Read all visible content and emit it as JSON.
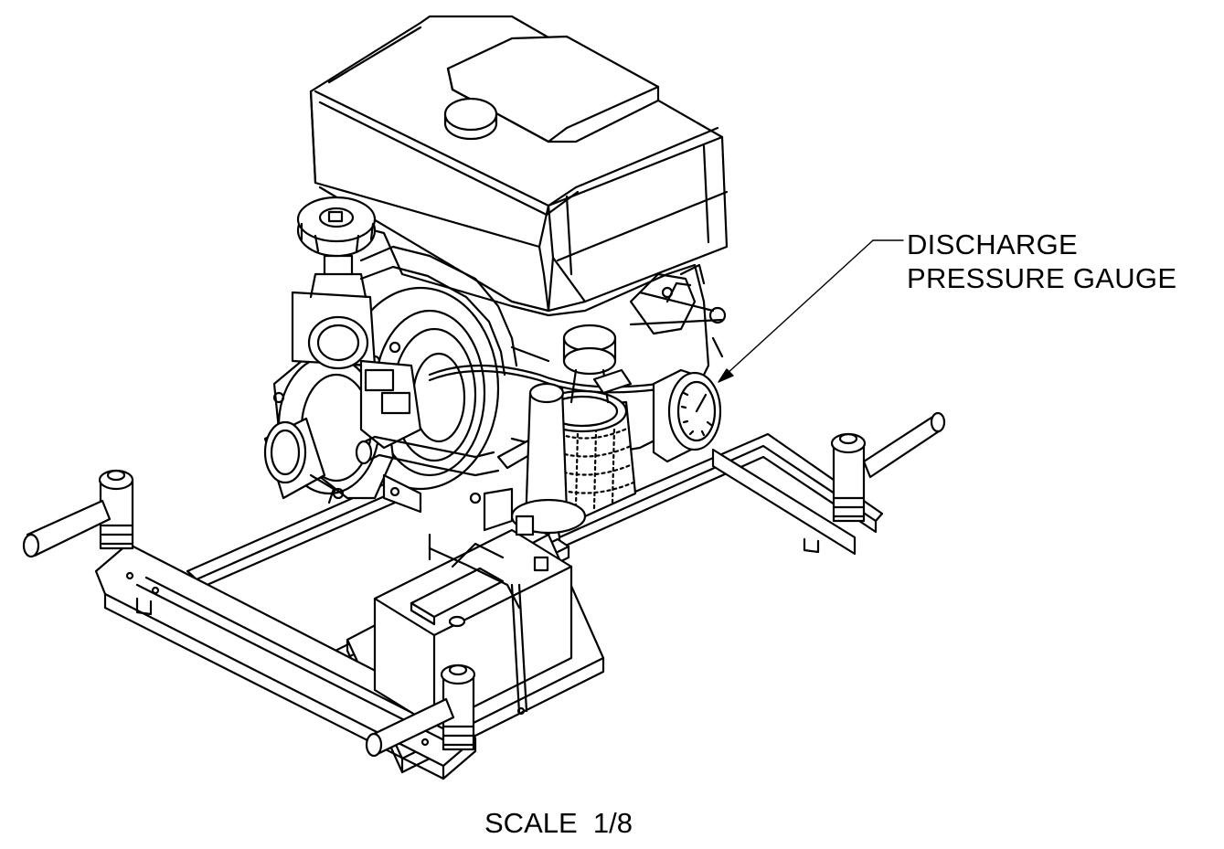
{
  "callout": {
    "line1": "DISCHARGE",
    "line2": "PRESSURE GAUGE"
  },
  "scale": {
    "text": "SCALE  1/8"
  },
  "colors": {
    "ink": "#000000",
    "paper": "#ffffff"
  }
}
